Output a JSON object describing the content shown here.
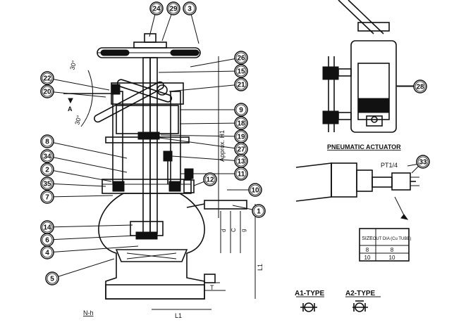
{
  "callouts": [
    {
      "id": "c24",
      "label": "24"
    },
    {
      "id": "c29",
      "label": "29"
    },
    {
      "id": "c3",
      "label": "3"
    },
    {
      "id": "c26",
      "label": "26"
    },
    {
      "id": "c15",
      "label": "15"
    },
    {
      "id": "c22",
      "label": "22"
    },
    {
      "id": "c20",
      "label": "20"
    },
    {
      "id": "c21",
      "label": "21"
    },
    {
      "id": "c9",
      "label": "9"
    },
    {
      "id": "c18",
      "label": "18"
    },
    {
      "id": "c19",
      "label": "19"
    },
    {
      "id": "c27",
      "label": "27"
    },
    {
      "id": "c8",
      "label": "8"
    },
    {
      "id": "c34",
      "label": "34"
    },
    {
      "id": "c13",
      "label": "13"
    },
    {
      "id": "c2",
      "label": "2"
    },
    {
      "id": "c11",
      "label": "11"
    },
    {
      "id": "c12",
      "label": "12"
    },
    {
      "id": "c35",
      "label": "35"
    },
    {
      "id": "c7",
      "label": "7"
    },
    {
      "id": "c10",
      "label": "10"
    },
    {
      "id": "c1",
      "label": "1"
    },
    {
      "id": "c14",
      "label": "14"
    },
    {
      "id": "c6",
      "label": "6"
    },
    {
      "id": "c4",
      "label": "4"
    },
    {
      "id": "c5",
      "label": "5"
    },
    {
      "id": "c28",
      "label": "28"
    },
    {
      "id": "c33",
      "label": "33"
    }
  ],
  "labels": {
    "angle_upper": "30°",
    "angle_lower": "30°",
    "approx": "Approx. H1",
    "dim_d": "d",
    "dim_c": "C",
    "dim_g": "g",
    "dim_L1_side": "L1",
    "dim_T": "T",
    "dim_L1_bottom": "L1",
    "nh": "N-h",
    "pneumatic": "PNEUMATIC ACTUATOR",
    "pt": "PT1/4",
    "a1": "A1-TYPE",
    "a2": "A2-TYPE",
    "arrow_a": "A"
  },
  "size_table": {
    "headers": [
      "SIZE",
      "OUT DIA (Cu TUBE)"
    ],
    "rows": [
      [
        "8",
        "8"
      ],
      [
        "10",
        "10"
      ]
    ]
  }
}
